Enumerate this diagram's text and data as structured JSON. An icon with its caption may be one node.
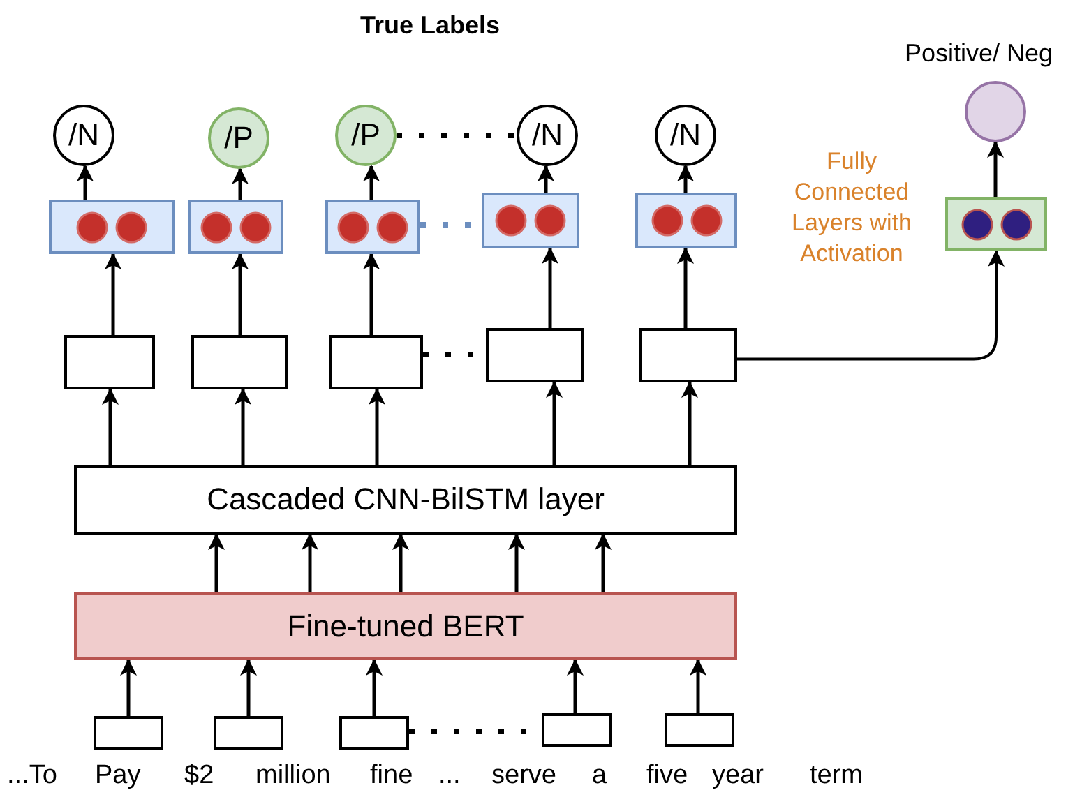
{
  "diagram": {
    "title": "True Labels",
    "nodes": [
      {
        "text": [
          "/N"
        ]
      },
      {
        "text": [
          "/P"
        ]
      },
      {
        "text": [
          "/P"
        ]
      },
      {
        "text": [
          "/N"
        ]
      },
      {
        "text": [
          "/N"
        ]
      },
      {
        "text": [
          "Positive/ Neg"
        ]
      },
      {
        "text": [],
        "shape": "box"
      },
      {
        "text": [],
        "shape": "box"
      },
      {
        "text": [],
        "shape": "box"
      },
      {
        "text": [],
        "shape": "box"
      },
      {
        "text": [],
        "shape": "box"
      },
      {
        "text": [],
        "shape": "box"
      },
      {
        "text": [],
        "shape": "box"
      },
      {
        "text": [],
        "shape": "box"
      },
      {
        "text": [],
        "shape": "box"
      },
      {
        "text": [],
        "shape": "box"
      },
      {
        "text": [],
        "shape": "box"
      },
      {
        "text": [
          "Cascaded CNN-BilSTM layer"
        ]
      },
      {
        "text": [
          "Fine-tuned BERT"
        ]
      },
      {
        "text": [],
        "shape": "box"
      },
      {
        "text": [],
        "shape": "box"
      },
      {
        "text": [],
        "shape": "box"
      },
      {
        "text": [],
        "shape": "box"
      },
      {
        "text": [],
        "shape": "box"
      }
    ],
    "edges": [
      {
        "from": 19,
        "to": 18,
        "arrow": "to"
      },
      {
        "from": 20,
        "to": 18,
        "arrow": "to"
      },
      {
        "from": 21,
        "to": 18,
        "arrow": "to"
      },
      {
        "from": 22,
        "to": 18,
        "arrow": "to"
      },
      {
        "from": 23,
        "to": 18,
        "arrow": "to"
      },
      {
        "from": 21,
        "to": 22,
        "arrow": "none",
        "style": "dashed"
      },
      {
        "from": 18,
        "to": 17,
        "arrow": "to"
      },
      {
        "from": 18,
        "to": 17,
        "arrow": "to"
      },
      {
        "from": 18,
        "to": 17,
        "arrow": "to"
      },
      {
        "from": 18,
        "to": 17,
        "arrow": "to"
      },
      {
        "from": 18,
        "to": 17,
        "arrow": "to"
      },
      {
        "from": 17,
        "to": 12,
        "arrow": "to"
      },
      {
        "from": 17,
        "to": 13,
        "arrow": "to"
      },
      {
        "from": 17,
        "to": 14,
        "arrow": "to"
      },
      {
        "from": 17,
        "to": 15,
        "arrow": "to"
      },
      {
        "from": 17,
        "to": 16,
        "arrow": "to"
      },
      {
        "from": 14,
        "to": 15,
        "arrow": "none",
        "style": "dashed"
      },
      {
        "from": 12,
        "to": 6,
        "arrow": "to"
      },
      {
        "from": 13,
        "to": 7,
        "arrow": "to"
      },
      {
        "from": 14,
        "to": 8,
        "arrow": "to"
      },
      {
        "from": 15,
        "to": 9,
        "arrow": "to"
      },
      {
        "from": 16,
        "to": 10,
        "arrow": "to"
      },
      {
        "from": 8,
        "to": 9,
        "arrow": "none",
        "style": "dashed",
        "color": "#6c8ebf"
      },
      {
        "from": 6,
        "to": 0,
        "arrow": "to"
      },
      {
        "from": 7,
        "to": 1,
        "arrow": "to"
      },
      {
        "from": 8,
        "to": 2,
        "arrow": "to"
      },
      {
        "from": 9,
        "to": 3,
        "arrow": "to"
      },
      {
        "from": 10,
        "to": 4,
        "arrow": "to"
      },
      {
        "from": 2,
        "to": 3,
        "arrow": "none",
        "style": "dashed"
      },
      {
        "from": 16,
        "to": 11,
        "arrow": "to"
      },
      {
        "from": 11,
        "to": 5,
        "arrow": "to"
      }
    ],
    "labels": [
      "Fully Connected Layers with Activation",
      "...To",
      "Pay",
      "$2",
      "million",
      "fine",
      "...",
      "serve",
      "a",
      "five",
      "year",
      "term"
    ]
  }
}
